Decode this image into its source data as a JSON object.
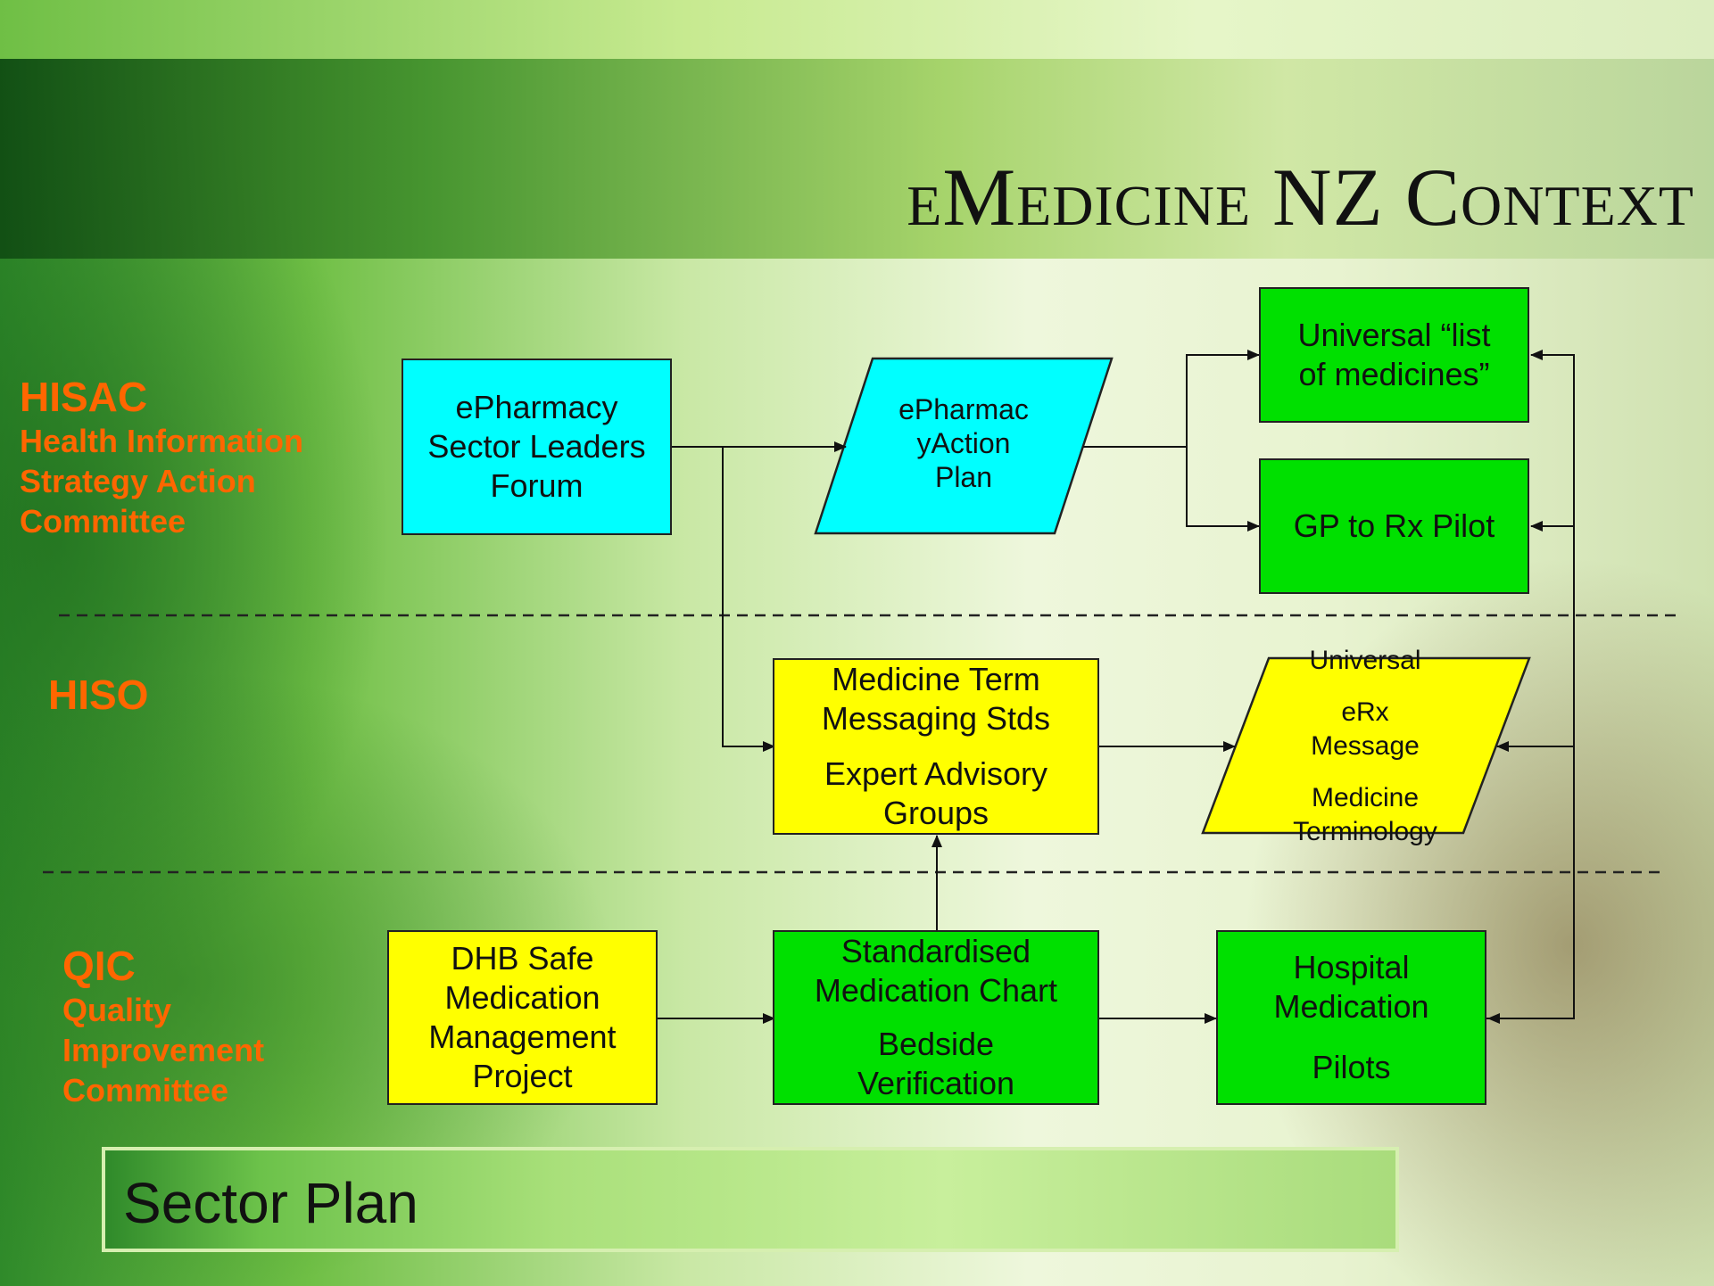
{
  "title": "eMedicine NZ Context",
  "tiers": {
    "hisac": {
      "name": "HISAC",
      "full": [
        "Health Information",
        "Strategy Action",
        "Committee"
      ]
    },
    "hiso": {
      "name": "HISO"
    },
    "qic": {
      "name": "QIC",
      "full": [
        "Quality",
        "Improvement",
        "Committee"
      ]
    }
  },
  "nodes": {
    "epharmacy_forum": [
      "ePharmacy",
      "Sector Leaders",
      "Forum"
    ],
    "epharmacy_plan": [
      "ePharmac",
      "yAction",
      "Plan"
    ],
    "universal_list": [
      "Universal “list",
      "of medicines”"
    ],
    "gp_rx_pilot": [
      "GP to Rx Pilot"
    ],
    "medicine_term": {
      "top": [
        "Medicine Term",
        "Messaging Stds"
      ],
      "bottom": [
        "Expert Advisory",
        "Groups"
      ]
    },
    "universal_erx": [
      "Universal",
      "eRx",
      "Message",
      "Medicine",
      "Terminology"
    ],
    "dhb_safe": [
      "DHB Safe",
      "Medication",
      "Management",
      "Project"
    ],
    "std_chart": {
      "top": [
        "Standardised",
        "Medication Chart"
      ],
      "bottom": [
        "Bedside",
        "Verification"
      ]
    },
    "hospital_pilots": {
      "top": [
        "Hospital",
        "Medication"
      ],
      "bottom": [
        "Pilots"
      ]
    }
  },
  "footer": {
    "label": "Sector Plan"
  },
  "colors": {
    "cyan": "#00ffff",
    "green": "#00e000",
    "yellow": "#ffff00",
    "tier_label": "#ff6600"
  }
}
